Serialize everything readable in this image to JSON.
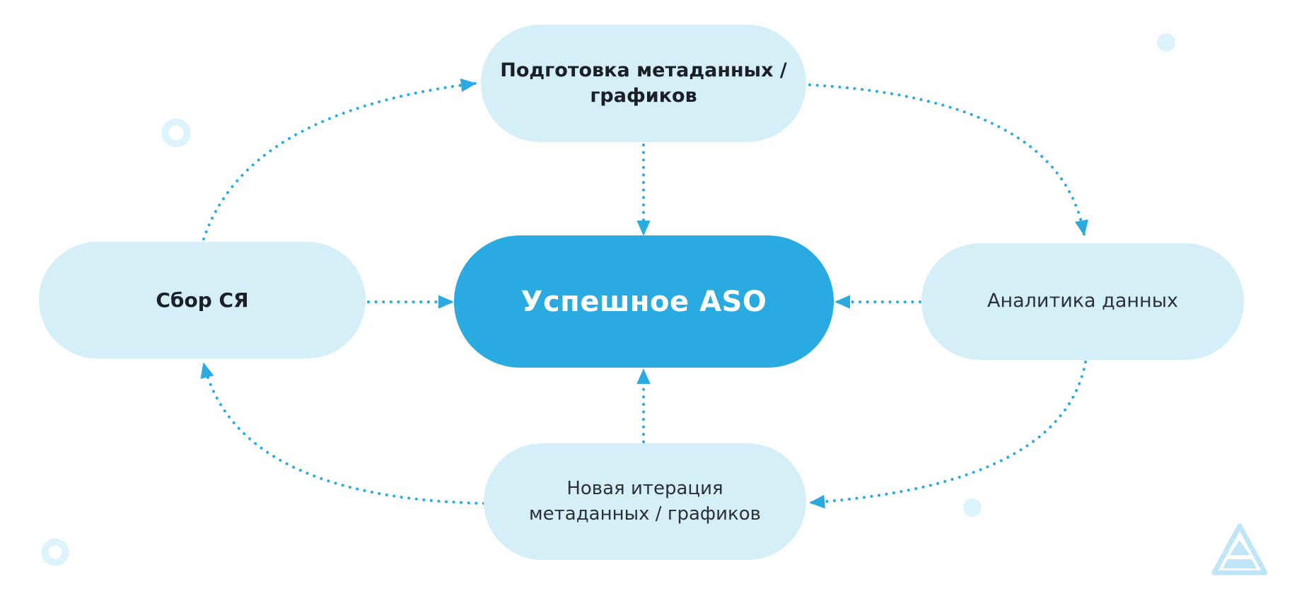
{
  "diagram": {
    "title": "ASO cycle diagram",
    "center": {
      "id": "center",
      "label": "Успешное ASO"
    },
    "nodes": [
      {
        "id": "top",
        "label": "Подготовка метаданных /\nграфиков",
        "emphasis": "bold"
      },
      {
        "id": "left",
        "label": "Сбор СЯ",
        "emphasis": "bold"
      },
      {
        "id": "right",
        "label": "Аналитика данных",
        "emphasis": "regular"
      },
      {
        "id": "bottom",
        "label": "Новая итерация\nметаданных / графиков",
        "emphasis": "regular"
      }
    ],
    "edges": [
      {
        "from": "left",
        "to": "top",
        "style": "dotted-curve"
      },
      {
        "from": "top",
        "to": "right",
        "style": "dotted-curve"
      },
      {
        "from": "right",
        "to": "bottom",
        "style": "dotted-curve"
      },
      {
        "from": "bottom",
        "to": "left",
        "style": "dotted-curve"
      },
      {
        "from": "top",
        "to": "center",
        "style": "dotted-straight"
      },
      {
        "from": "left",
        "to": "center",
        "style": "dotted-straight"
      },
      {
        "from": "right",
        "to": "center",
        "style": "dotted-straight"
      },
      {
        "from": "bottom",
        "to": "center",
        "style": "dotted-straight"
      }
    ],
    "decorations": [
      {
        "name": "ring-top-left"
      },
      {
        "name": "dot-top-right"
      },
      {
        "name": "ring-bottom-left"
      },
      {
        "name": "dot-bottom-center-right"
      },
      {
        "name": "triangle-logo-bottom-right"
      }
    ],
    "colors": {
      "accent": "#29ABE2",
      "node-fill": "#D5EFF9",
      "decor": "#DDF4FC",
      "logo": "#BFE5F6",
      "text-dark": "#1b1f27",
      "text-light": "#FFFFFF",
      "background": "#FFFFFF"
    }
  }
}
